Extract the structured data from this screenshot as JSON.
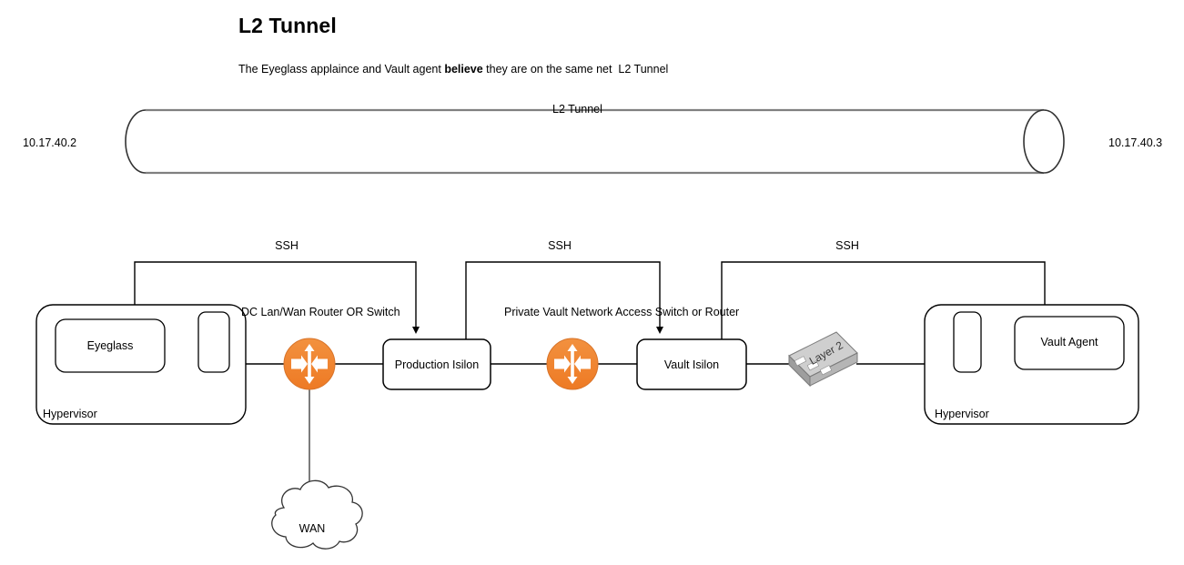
{
  "page": {
    "title": "L2 Tunnel",
    "subtitle_pre": "The Eyeglass applaince and Vault agent ",
    "subtitle_bold": "believe",
    "subtitle_post": " they are on the same net  L2 Tunnel"
  },
  "tunnel": {
    "label": "L2 Tunnel",
    "ip_left": "10.17.40.2",
    "ip_right": "10.17.40.3",
    "stroke": "#808080"
  },
  "nodes": {
    "hypervisor_left": "Hypervisor",
    "hypervisor_right": "Hypervisor",
    "eyeglass": "Eyeglass",
    "vault_agent": "Vault Agent",
    "production_isilon": "Production Isilon",
    "vault_isilon": "Vault Isilon",
    "wan": "WAN",
    "layer2": "Layer 2"
  },
  "routers": {
    "router1_label": "DC Lan/Wan Router OR Switch",
    "router2_label": "Private Vault Network Access Switch or Router",
    "color": "#F08437",
    "stroke": "#C0631F",
    "arrow_color": "#FFFFFF"
  },
  "connections": {
    "ssh1": "SSH",
    "ssh2": "SSH",
    "ssh3": "SSH"
  },
  "colors": {
    "line": "#000000",
    "tunnel_line": "#808080",
    "layer2_light": "#D4D4D4",
    "layer2_mid": "#A8A8A8",
    "layer2_dark": "#8C8C8C",
    "background": "#FFFFFF"
  }
}
